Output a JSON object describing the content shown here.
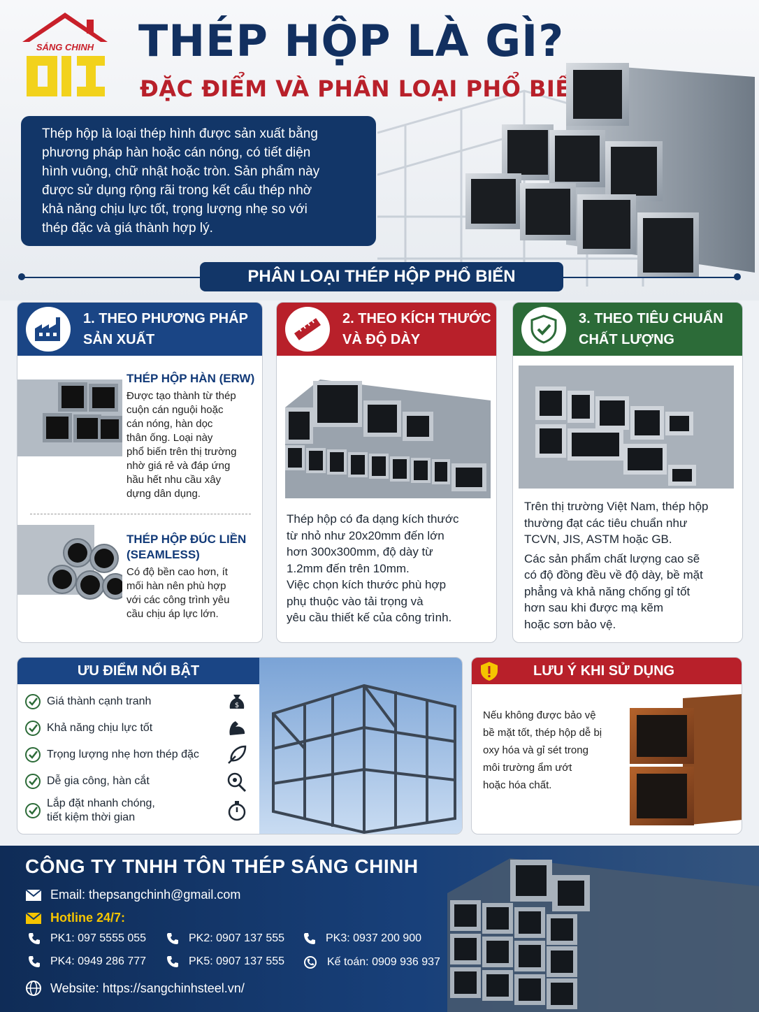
{
  "brand": {
    "logo_text": "SÁNG CHINH",
    "logo_mark": "SCI"
  },
  "header": {
    "title": "THÉP HỘP LÀ GÌ?",
    "subtitle": "ĐẶC ĐIỂM VÀ PHÂN LOẠI PHỔ BIẾN"
  },
  "intro": {
    "lines": [
      "Thép hộp là loại thép hình được sản xuất bằng",
      "phương pháp hàn hoặc cán nóng, có tiết diện",
      "hình vuông, chữ nhật hoặc tròn. Sản phẩm này",
      "được sử dụng rộng rãi trong kết cấu thép nhờ",
      "khả năng chịu lực tốt, trọng lượng nhẹ so với",
      "thép đặc và giá thành hợp lý."
    ]
  },
  "section_title": "PHÂN LOẠI THÉP HỘP PHỔ BIẾN",
  "cards": {
    "method": {
      "title_line1": "1. THEO PHƯƠNG PHÁP",
      "title_line2": "SẢN XUẤT",
      "icon": "factory-icon",
      "erw": {
        "heading": "THÉP HỘP HÀN (ERW)",
        "lines": [
          "Được tạo thành từ thép",
          "cuộn cán nguội hoặc",
          "cán nóng, hàn dọc",
          "thân ống. Loại này",
          "phổ biến trên thị trường",
          "nhờ giá rẻ và đáp ứng",
          "hầu hết nhu cầu xây",
          "dựng dân dụng."
        ]
      },
      "seamless": {
        "heading_line1": "THÉP HỘP ĐÚC LIỀN",
        "heading_line2": "(SEAMLESS)",
        "lines": [
          "Có độ bền cao hơn, ít",
          "mối hàn nên phù hợp",
          "với các công trình yêu",
          "cầu chịu áp lực lớn."
        ]
      }
    },
    "size": {
      "title_line1": "2. THEO KÍCH THƯỚC",
      "title_line2": "VÀ ĐỘ DÀY",
      "icon": "ruler-icon",
      "lines": [
        "Thép hộp có đa dạng kích thước",
        "từ nhỏ như 20x20mm đến lớn",
        "hơn 300x300mm, độ dày từ",
        "1.2mm đến trên 10mm.",
        "Việc chọn kích thước phù hợp",
        "phụ thuộc vào tải trọng và",
        "yêu cầu thiết kế của công trình."
      ]
    },
    "standard": {
      "title_line1": "3. THEO TIÊU CHUẨN",
      "title_line2": "CHẤT LƯỢNG",
      "icon": "shield-check-icon",
      "lines": [
        "Trên thị trường Việt Nam, thép hộp",
        "thường đạt các tiêu chuẩn như",
        "TCVN, JIS, ASTM hoặc GB.",
        "Các sản phẩm chất lượng cao sẽ",
        "có độ đồng đều về độ dày, bề mặt",
        "phẳng và khả năng chống gỉ tốt",
        "hơn sau khi được mạ kẽm",
        "hoặc sơn bảo vệ."
      ]
    }
  },
  "advantages": {
    "title": "ƯU ĐIỂM NỔI BẬT",
    "items": [
      {
        "label": "Giá thành cạnh tranh",
        "icon": "money-bag-icon"
      },
      {
        "label": "Khả năng chịu lực tốt",
        "icon": "muscle-icon"
      },
      {
        "label": "Trọng lượng nhẹ hơn thép đặc",
        "icon": "feather-icon"
      },
      {
        "label": "Dễ gia công, hàn cắt",
        "icon": "cutting-tool-icon"
      },
      {
        "label": "Lắp đặt nhanh chóng,",
        "label2": "tiết kiệm thời gian",
        "icon": "stopwatch-icon"
      }
    ]
  },
  "caution": {
    "title": "LƯU Ý KHI SỬ DỤNG",
    "lines": [
      "Nếu không được bảo vệ",
      "bề mặt tốt, thép hộp dễ bị",
      "oxy hóa và gỉ sét trong",
      "môi trường ẩm ướt",
      "hoặc hóa chất."
    ]
  },
  "footer": {
    "company": "CÔNG TY TNHH TÔN THÉP SÁNG CHINH",
    "email": "Email: thepsangchinh@gmail.com",
    "hotline_label": "Hotline 24/7:",
    "phones": [
      {
        "label": "PK1:",
        "number": "097 5555 055"
      },
      {
        "label": "PK2:",
        "number": "0907 137 555"
      },
      {
        "label": "PK3:",
        "number": "0937 200 900"
      },
      {
        "label": "PK4:",
        "number": "0949 286 777"
      },
      {
        "label": "PK5:",
        "number": "0907 137 555"
      },
      {
        "label": "Kế toán:",
        "number": "0909 936 937"
      }
    ],
    "website": "Website: https://sangchinhsteel.vn/"
  },
  "colors": {
    "navy": "#123668",
    "red": "#b8202a",
    "green": "#2c6b38",
    "gold": "#f5c400"
  }
}
